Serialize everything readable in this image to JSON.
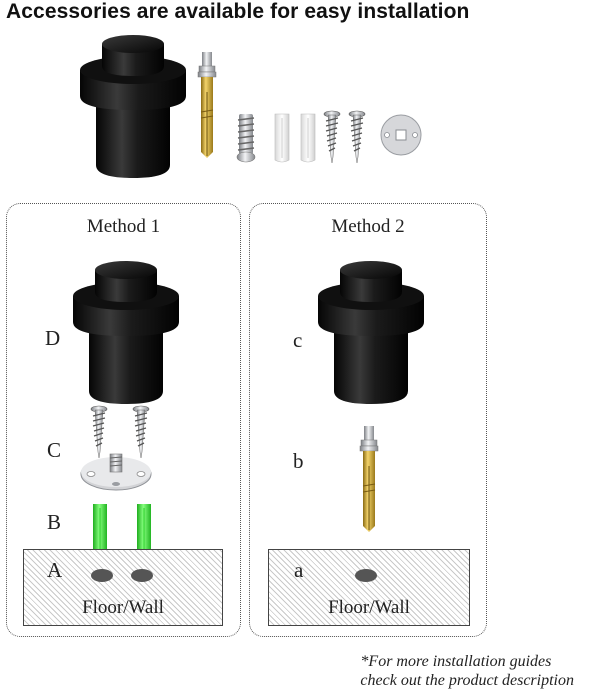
{
  "header": {
    "title": "Accessories are available for easy installation"
  },
  "method1": {
    "title": "Method 1",
    "labels": {
      "d": "D",
      "c": "C",
      "b": "B",
      "a": "A"
    },
    "floor_label": "Floor/Wall"
  },
  "method2": {
    "title": "Method 2",
    "labels": {
      "c": "c",
      "b": "b",
      "a": "a"
    },
    "floor_label": "Floor/Wall"
  },
  "footnote": {
    "line1": "*For more installation guides",
    "line2": "check out the product description"
  },
  "colors": {
    "stopper": "#141414",
    "brass": "#c9a227",
    "plug_green": "#3ddc3a",
    "steel": "#b9bcc0"
  }
}
